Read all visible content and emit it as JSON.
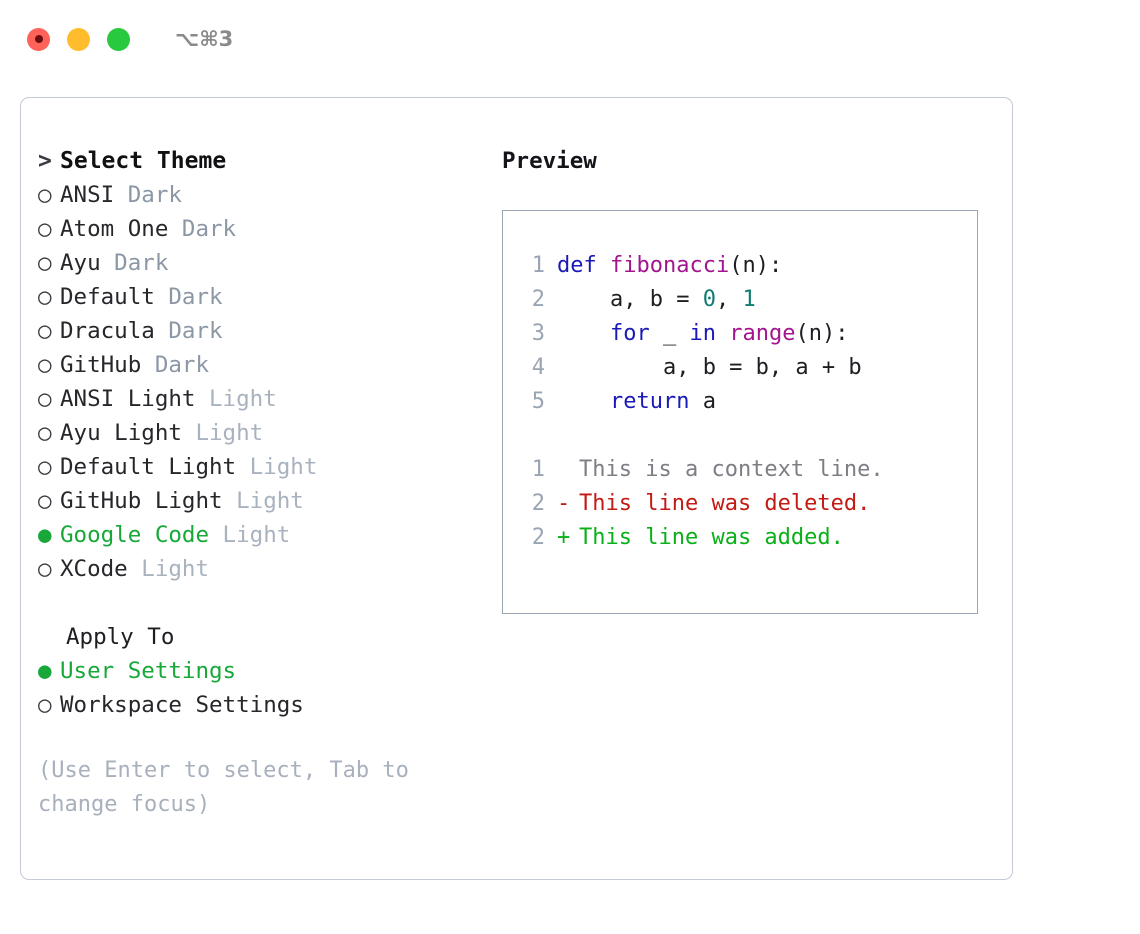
{
  "titlebar": {
    "shortcut": "⌥⌘3",
    "buttons": [
      {
        "name": "close",
        "color": "#ff6259"
      },
      {
        "name": "minimize",
        "color": "#ffbd2e"
      },
      {
        "name": "maximize",
        "color": "#28c93f"
      }
    ]
  },
  "theme_list": {
    "header_prefix": ">",
    "header": "Select Theme",
    "bullet_unselected": "○",
    "bullet_selected": "●",
    "items": [
      {
        "name": "ANSI",
        "variant": "Dark",
        "selected": false
      },
      {
        "name": "Atom One",
        "variant": "Dark",
        "selected": false
      },
      {
        "name": "Ayu",
        "variant": "Dark",
        "selected": false
      },
      {
        "name": "Default",
        "variant": "Dark",
        "selected": false
      },
      {
        "name": "Dracula",
        "variant": "Dark",
        "selected": false
      },
      {
        "name": "GitHub",
        "variant": "Dark",
        "selected": false
      },
      {
        "name": "ANSI Light",
        "variant": "Light",
        "selected": false
      },
      {
        "name": "Ayu Light",
        "variant": "Light",
        "selected": false
      },
      {
        "name": "Default Light",
        "variant": "Light",
        "selected": false
      },
      {
        "name": "GitHub Light",
        "variant": "Light",
        "selected": false
      },
      {
        "name": "Google Code",
        "variant": "Light",
        "selected": true
      },
      {
        "name": "XCode",
        "variant": "Light",
        "selected": false
      }
    ]
  },
  "apply_to": {
    "header": "Apply To",
    "items": [
      {
        "name": "User Settings",
        "selected": true
      },
      {
        "name": "Workspace Settings",
        "selected": false
      }
    ]
  },
  "hint": "(Use Enter to select, Tab to change focus)",
  "preview": {
    "title": "Preview",
    "code_lines": [
      {
        "num": "1",
        "tokens": [
          {
            "t": "def ",
            "c": "kw"
          },
          {
            "t": "fibonacci",
            "c": "fn"
          },
          {
            "t": "(n):",
            "c": "pl"
          }
        ]
      },
      {
        "num": "2",
        "tokens": [
          {
            "t": "    a, b = ",
            "c": "pl"
          },
          {
            "t": "0",
            "c": "num"
          },
          {
            "t": ", ",
            "c": "pl"
          },
          {
            "t": "1",
            "c": "num"
          }
        ]
      },
      {
        "num": "3",
        "tokens": [
          {
            "t": "    ",
            "c": "pl"
          },
          {
            "t": "for",
            "c": "kw"
          },
          {
            "t": " _ ",
            "c": "pl"
          },
          {
            "t": "in",
            "c": "kw"
          },
          {
            "t": " ",
            "c": "pl"
          },
          {
            "t": "range",
            "c": "fn"
          },
          {
            "t": "(n):",
            "c": "pl"
          }
        ]
      },
      {
        "num": "4",
        "tokens": [
          {
            "t": "        a, b = b, a + b",
            "c": "pl"
          }
        ]
      },
      {
        "num": "5",
        "tokens": [
          {
            "t": "    ",
            "c": "pl"
          },
          {
            "t": "return",
            "c": "kw"
          },
          {
            "t": " a",
            "c": "pl"
          }
        ]
      }
    ],
    "diff_lines": [
      {
        "num": "1",
        "mark": " ",
        "text": "This is a context line.",
        "kind": "ctx"
      },
      {
        "num": "2",
        "mark": "-",
        "text": "This line was deleted.",
        "kind": "del"
      },
      {
        "num": "2",
        "mark": "+",
        "text": "This line was added.",
        "kind": "add"
      }
    ]
  },
  "colors": {
    "accent_green": "#18a83a",
    "muted": "#a8b0bd",
    "keyword": "#1a1ab8",
    "function": "#a3158f",
    "number": "#0f7d72",
    "diff_delete": "#c41a14",
    "diff_add": "#09b019",
    "border": "#9aa6b6"
  }
}
